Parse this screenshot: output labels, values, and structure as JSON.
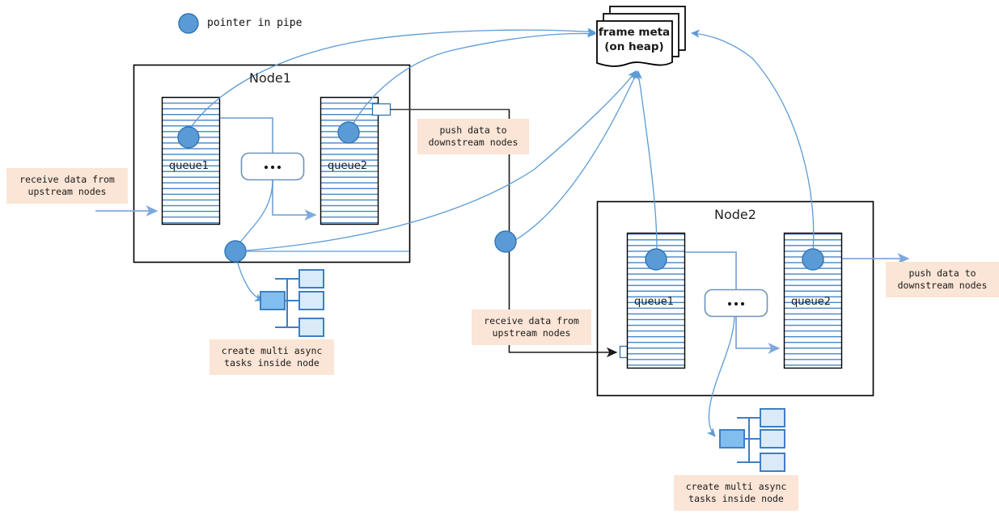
{
  "legend": {
    "label": "pointer in pipe",
    "marker": "pointer-circle"
  },
  "frame_meta": {
    "line1": "frame meta",
    "line2": "(on heap)",
    "shape": "stacked-document"
  },
  "nodes": [
    {
      "title": "Node1",
      "queues": [
        {
          "name": "queue1"
        },
        {
          "name": "queue2"
        }
      ],
      "ellipsis": "...",
      "async_label": "create multi async\ntasks inside node",
      "in_label": "receive data from\nupstream nodes",
      "out_label": "push data to\ndownstream nodes"
    },
    {
      "title": "Node2",
      "queues": [
        {
          "name": "queue1"
        },
        {
          "name": "queue2"
        }
      ],
      "ellipsis": "...",
      "async_label": "create multi async\ntasks inside node",
      "in_label": "receive data from\nupstream nodes",
      "out_label": "push data to\ndownstream nodes"
    }
  ],
  "colors": {
    "pointer_fill": "#5b9bd5",
    "pointer_stroke": "#2e75b6",
    "queue_stripe": "#4a86c8",
    "queue_border": "#000000",
    "flow_arrow": "#7fa9dd",
    "curve": "#5b9bd5",
    "label_bg": "#fbe5d6",
    "node_border": "#000000",
    "dark_line": "#3f3f3f",
    "task_parent": "#82bdf0",
    "task_child": "#dbeaf8",
    "task_stroke": "#3f7fc1"
  }
}
